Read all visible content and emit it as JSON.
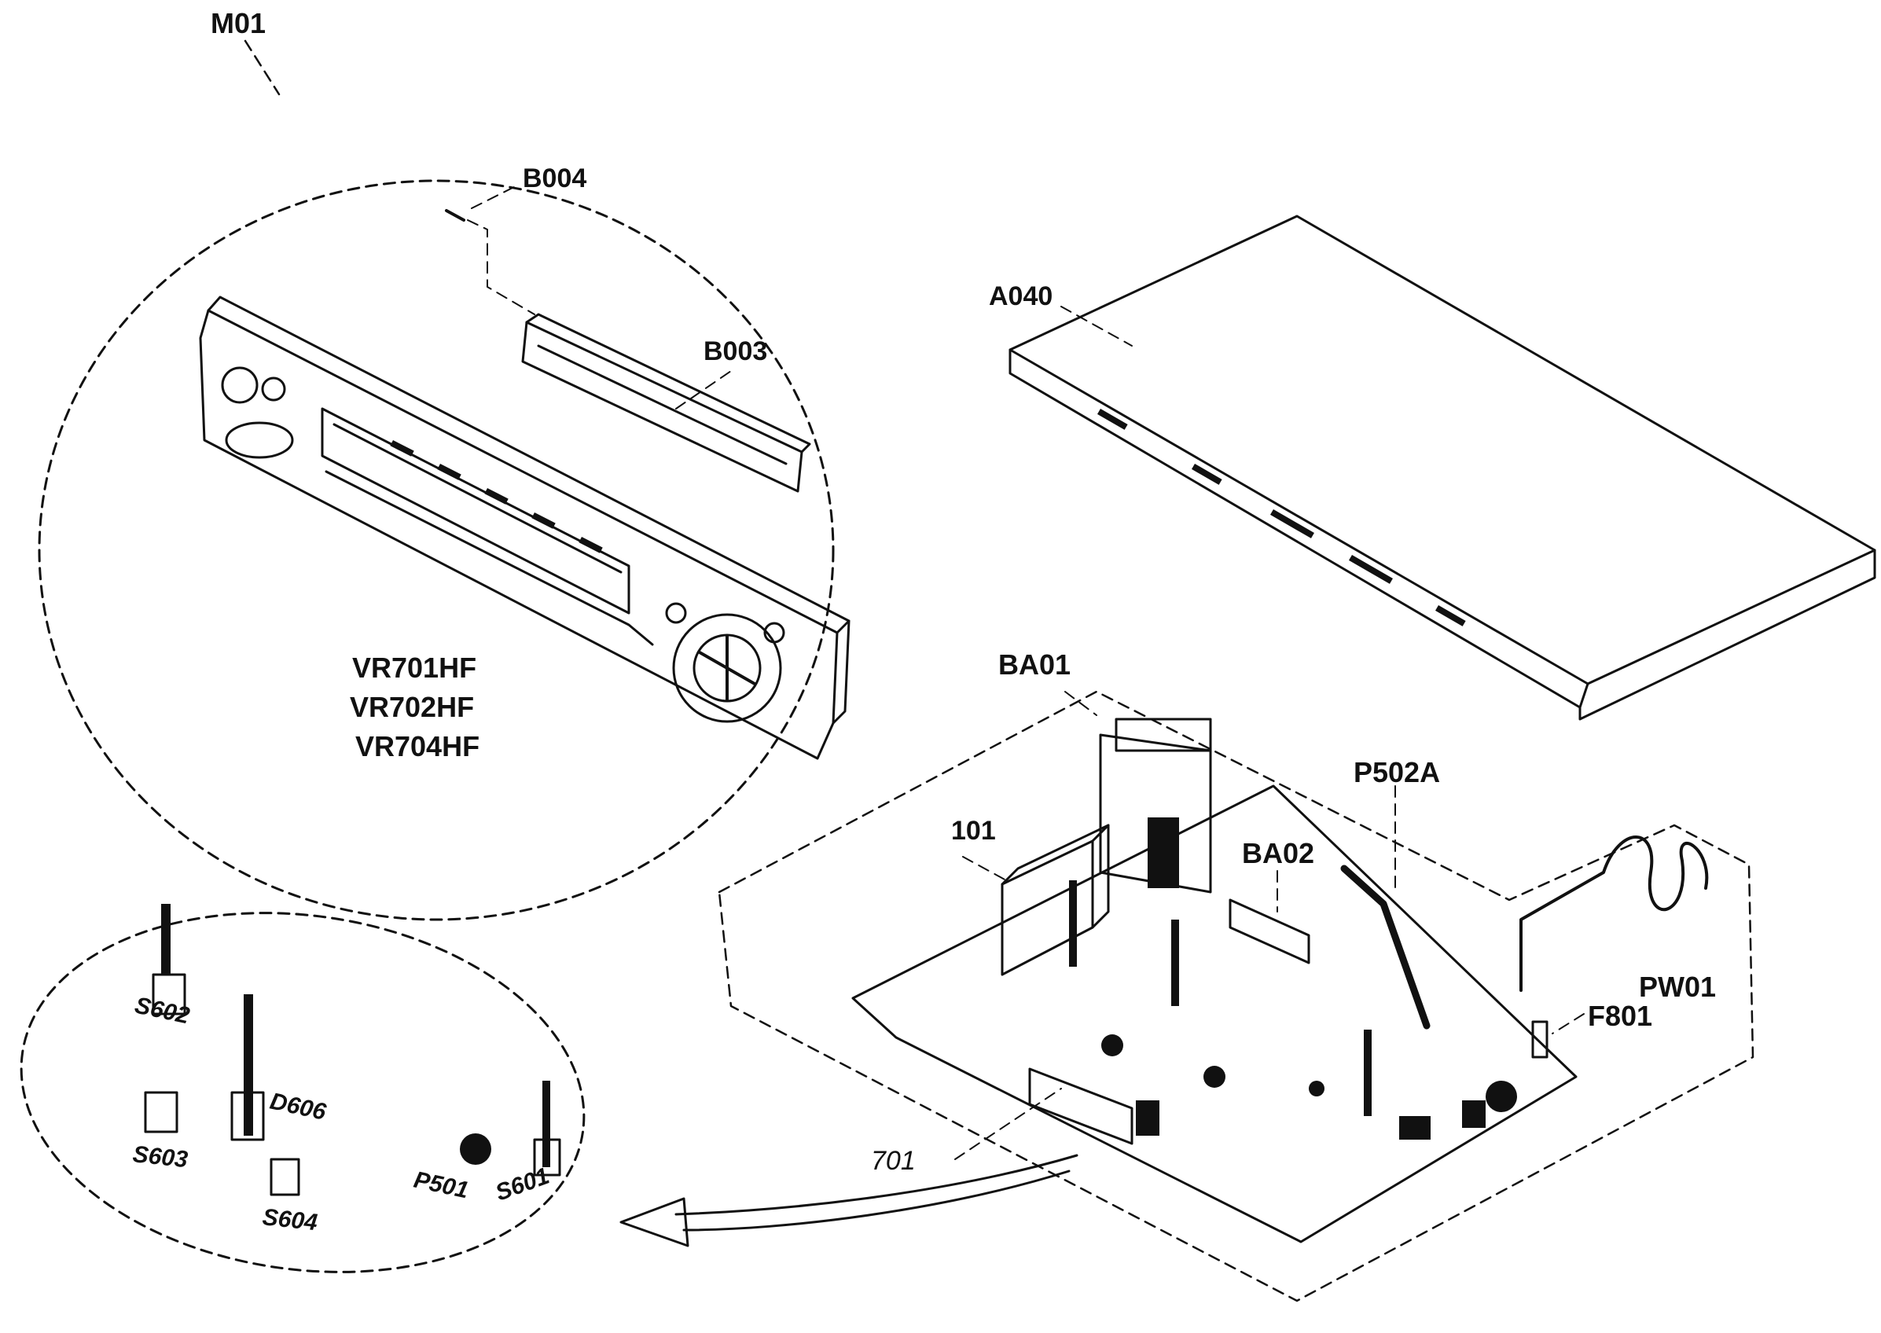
{
  "module_circle_label": "M01",
  "models": [
    "VR701HF",
    "VR702HF",
    "VR704HF"
  ],
  "parts": {
    "b004": "B004",
    "b003": "B003",
    "a040": "A040",
    "ba01": "BA01",
    "p502a": "P502A",
    "p101": "101",
    "ba02": "BA02",
    "pw01": "PW01",
    "f801": "F801",
    "p701": "701",
    "s602": "S602",
    "d606": "D606",
    "s603": "S603",
    "s604": "S604",
    "p501": "P501",
    "s601": "S601"
  }
}
